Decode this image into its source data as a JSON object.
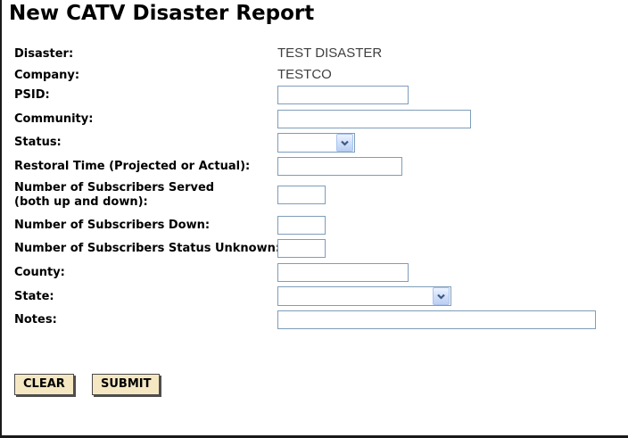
{
  "window": {
    "title": "New CATV Disaster Report"
  },
  "form": {
    "disaster": {
      "label": "Disaster:",
      "value": "TEST DISASTER"
    },
    "company": {
      "label": "Company:",
      "value": "TESTCO"
    },
    "psid": {
      "label": "PSID:",
      "value": "",
      "placeholder": ""
    },
    "community": {
      "label": "Community:",
      "value": "",
      "placeholder": ""
    },
    "status": {
      "label": "Status:",
      "selected": ""
    },
    "restoral_time": {
      "label": "Restoral Time (Projected or Actual):",
      "value": ""
    },
    "subs_served": {
      "label_line1": "Number of Subscribers Served",
      "label_line2": "(both up and down):",
      "value": ""
    },
    "subs_down": {
      "label": "Number of Subscribers Down:",
      "value": ""
    },
    "subs_unknown": {
      "label": "Number of Subscribers Status Unknown:",
      "value": ""
    },
    "county": {
      "label": "County:",
      "value": ""
    },
    "state": {
      "label": "State:",
      "selected": ""
    },
    "notes": {
      "label": "Notes:",
      "value": ""
    }
  },
  "buttons": {
    "clear": "CLEAR",
    "submit": "SUBMIT"
  },
  "icons": {
    "status_dropdown": "chevron-down",
    "state_dropdown": "chevron-down"
  },
  "colors": {
    "input_border": "#7F9DB9",
    "button_face": "#F5E7C2",
    "button_shadow": "#4f4f4f",
    "dropdown_button_top": "#ECF3FE",
    "dropdown_button_bottom": "#BCD0F3",
    "chevron": "#3C5A82",
    "frame_edge": "#1a1a1a",
    "static_value_text": "#3f3f3f"
  }
}
